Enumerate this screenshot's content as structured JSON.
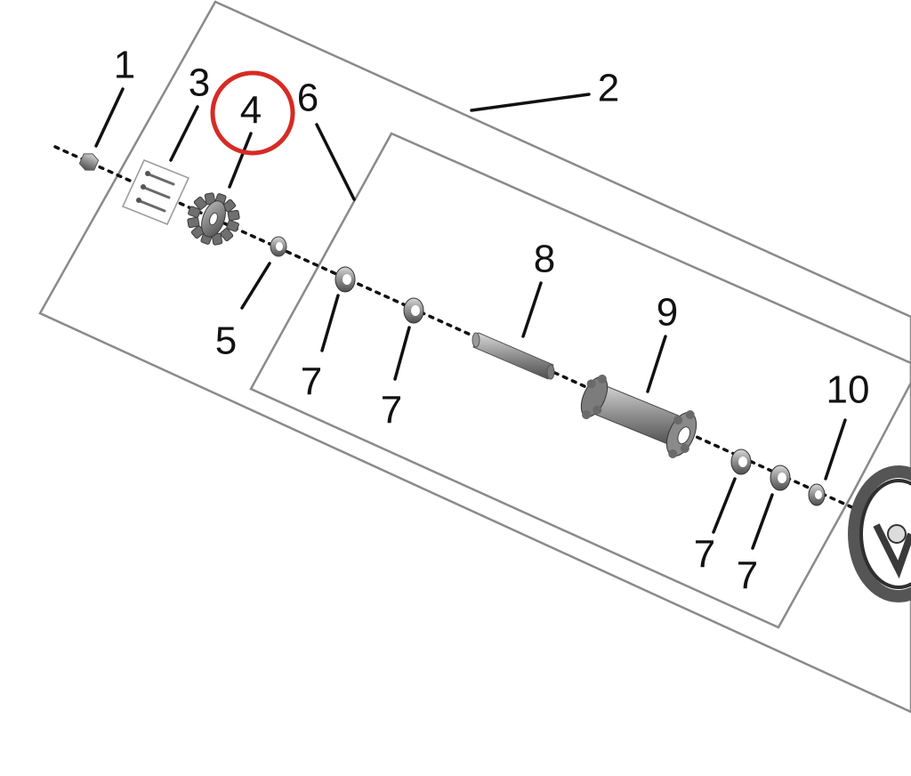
{
  "diagram": {
    "callouts": [
      {
        "id": "c1",
        "label": "1"
      },
      {
        "id": "c2",
        "label": "2"
      },
      {
        "id": "c3",
        "label": "3"
      },
      {
        "id": "c4",
        "label": "4"
      },
      {
        "id": "c5",
        "label": "5"
      },
      {
        "id": "c6",
        "label": "6"
      },
      {
        "id": "c7a",
        "label": "7"
      },
      {
        "id": "c7b",
        "label": "7"
      },
      {
        "id": "c8",
        "label": "8"
      },
      {
        "id": "c9",
        "label": "9"
      },
      {
        "id": "c7c",
        "label": "7"
      },
      {
        "id": "c7d",
        "label": "7"
      },
      {
        "id": "c10",
        "label": "10"
      }
    ],
    "highlight": {
      "label_ref": "4",
      "color": "#d62b24"
    },
    "colors": {
      "line": "#111111",
      "frame": "#8a8a8a",
      "part_dark": "#5a5a5a",
      "part_mid": "#8c8c8c",
      "part_light": "#c4c4c4"
    }
  }
}
